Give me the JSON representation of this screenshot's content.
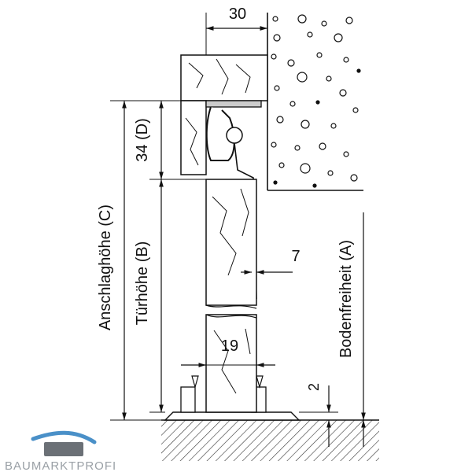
{
  "dimensions": {
    "top_width": "30",
    "anschlaghoehe": "Anschlaghöhe (C)",
    "tuerhoehe": "Türhöhe (B)",
    "upper_gap": "34 (D)",
    "bodenfreiheit": "Bodenfreiheit (A)",
    "seven": "7",
    "nineteen": "19",
    "two": "2"
  },
  "brand": {
    "name": "BAUMARKTPROFI",
    "logo_color": "#4a90c8",
    "logo_dark": "#555b61"
  },
  "colors": {
    "line": "#111111",
    "wall_fill": "#ffffff",
    "floor_hatch": "#333333"
  }
}
